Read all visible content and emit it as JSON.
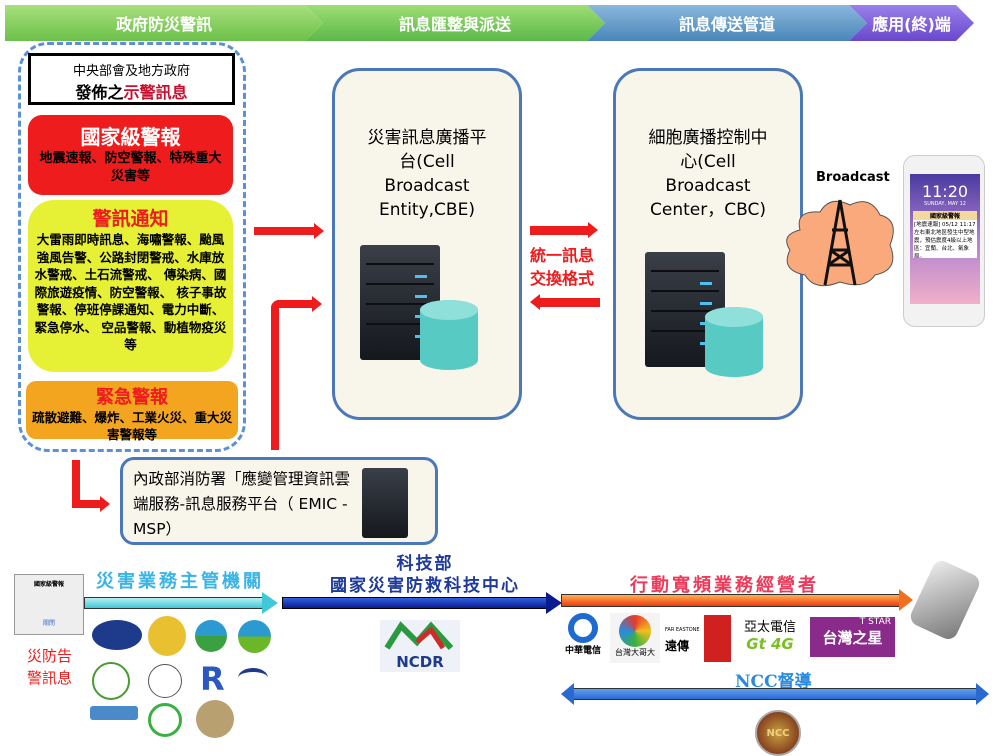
{
  "banner": [
    {
      "label": "政府防災警訊",
      "color": "#7cc85a"
    },
    {
      "label": "訊息匯整與派送",
      "color": "#6cc45a"
    },
    {
      "label": "訊息傳送管道",
      "color": "#5b93c2"
    },
    {
      "label": "應用(終)端",
      "color": "#7b5cd6"
    }
  ],
  "gov": {
    "line1": "中央部會及地方政府",
    "line2_prefix": "發佈之",
    "line2_highlight": "示警訊息"
  },
  "national": {
    "title": "國家級警報",
    "desc": "地震速報、防空警報、特殊重大災害等"
  },
  "alert": {
    "title": "警訊通知",
    "desc": "大雷雨即時訊息、海嘯警報、颱風強風告警、公路封閉警戒、水庫放水警戒、土石流警戒、 傳染病、國際旅遊疫情、防空警報、 核子事故警報、停班停課通知、電力中斷、緊急停水、 空品警報、動植物疫災等"
  },
  "emergency": {
    "title": "緊急警報",
    "desc": "疏散避難、爆炸、工業火災、重大災害警報等"
  },
  "cbe": {
    "text": "災害訊息廣播平台(Cell Broadcast Entity,CBE)"
  },
  "cbc": {
    "text": "細胞廣播控制中心(Cell Broadcast Center，CBC)"
  },
  "exchange": {
    "line1": "統一訊息",
    "line2": "交換格式"
  },
  "broadcast": "Broadcast",
  "phone": {
    "time": "11:20",
    "date": "SUNDAY, MAY 12",
    "alert_title": "國家級警報",
    "alert_body": "[地震速報] 05/12 11:17左右東北地區發生中型地震，預估震度4級以上地區：宜蘭、台北、氣象局。"
  },
  "emic": {
    "text": "內政部消防署「應變管理資訊雲端服務-訊息服務平台（ EMIC - MSP）"
  },
  "bottom": {
    "agency": "災害業務主管機關",
    "notice_label": "災防告警訊息",
    "notice_card_title": "國家級警報",
    "notice_card_close": "關閉",
    "most": "科技部",
    "ncdr": "國家災害防救科技中心",
    "ncdr_logo": "NCDR",
    "operators": "行動寬頻業務經營者",
    "operator_logos": [
      "中華電信",
      "台灣大哥大",
      "遠傳",
      "亞太電信",
      "台灣之星"
    ],
    "fet_small": "FAR EASTONE",
    "aptg_small": "Gt 4G",
    "tstar_small": "T STAR",
    "ncc": "NCC督導",
    "ncc_logo": "NCC"
  }
}
